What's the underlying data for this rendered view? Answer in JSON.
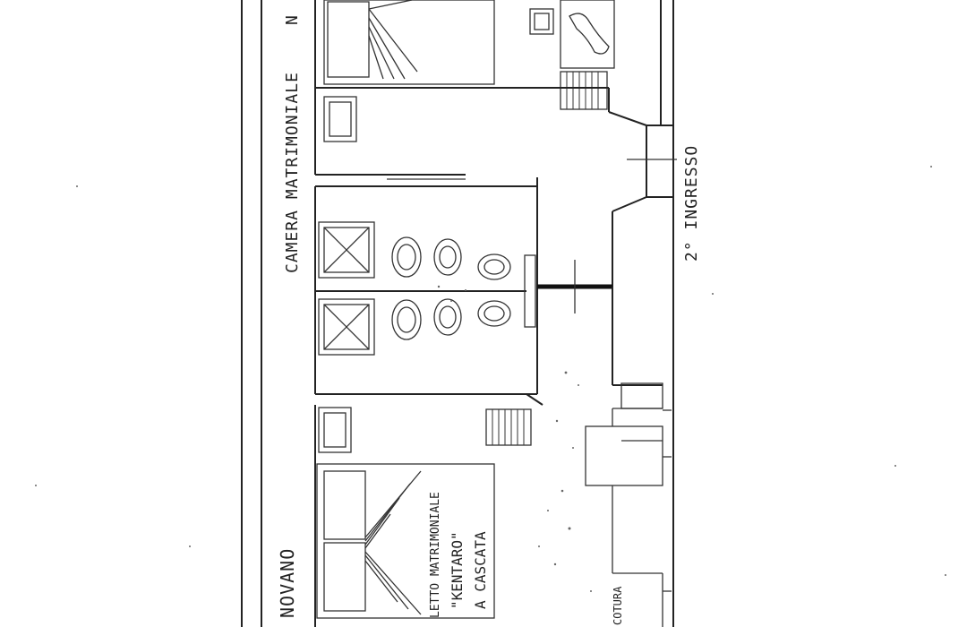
{
  "labels": {
    "room_top": "CAMERA MATRIMONIALE",
    "room_top_cut": "N",
    "entrance": "2° INGRESSO",
    "bed_line1": "LETTO MATRIMONIALE",
    "bed_line2": "\"KENTARO\"",
    "bed_line3": "A CASCATA",
    "room_bottom": "NOVANO",
    "corner": "COTURA"
  },
  "colors": {
    "ink": "#222222",
    "paper": "#ffffff"
  }
}
